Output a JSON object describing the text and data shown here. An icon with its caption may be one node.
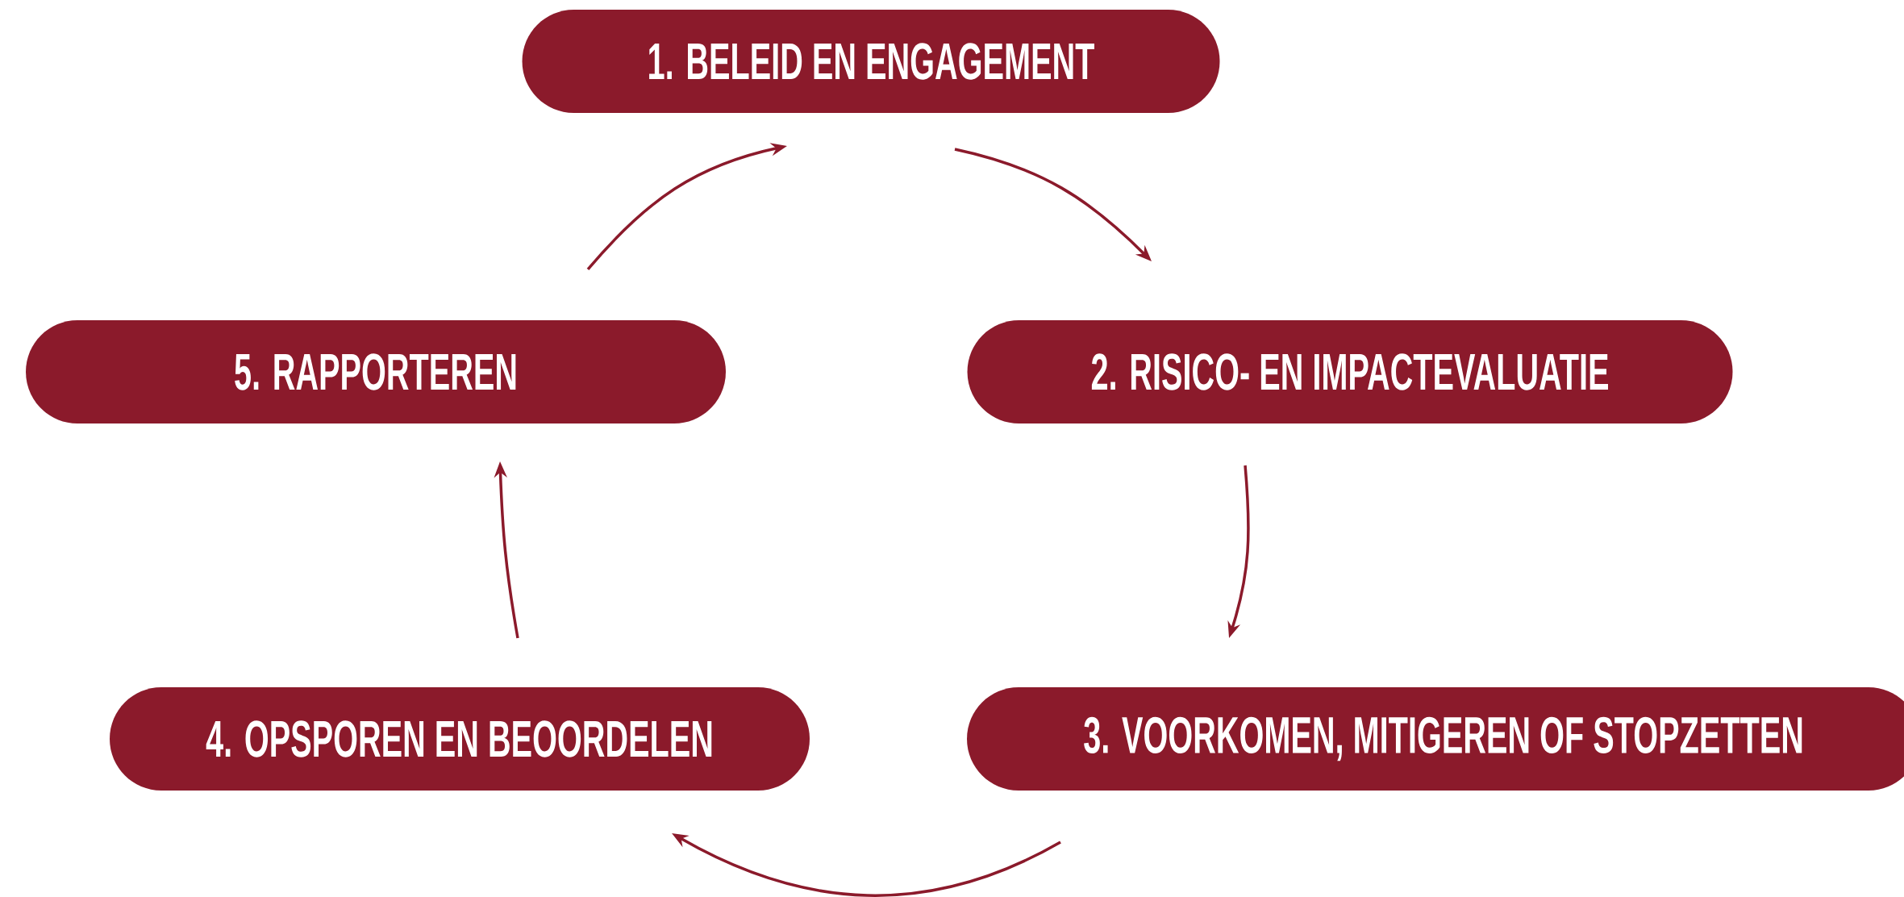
{
  "diagram": {
    "nodes": [
      {
        "text": [
          "1. BELEID EN ENGAGEMENT"
        ]
      },
      {
        "text": [
          "2. RISICO- EN IMPACTEVALUATIE"
        ]
      },
      {
        "text": [
          "3. VOORKOMEN, MITIGEREN OF STOPZETTEN"
        ]
      },
      {
        "text": [
          "4. OPSPOREN EN BEOORDELEN"
        ]
      },
      {
        "text": [
          "5. RAPPORTEREN"
        ]
      }
    ],
    "edges": [
      {
        "from": 0,
        "to": 1,
        "arrow": "to"
      },
      {
        "from": 1,
        "to": 2,
        "arrow": "to"
      },
      {
        "from": 2,
        "to": 3,
        "arrow": "to"
      },
      {
        "from": 3,
        "to": 4,
        "arrow": "to"
      },
      {
        "from": 4,
        "to": 0,
        "arrow": "to"
      }
    ]
  }
}
